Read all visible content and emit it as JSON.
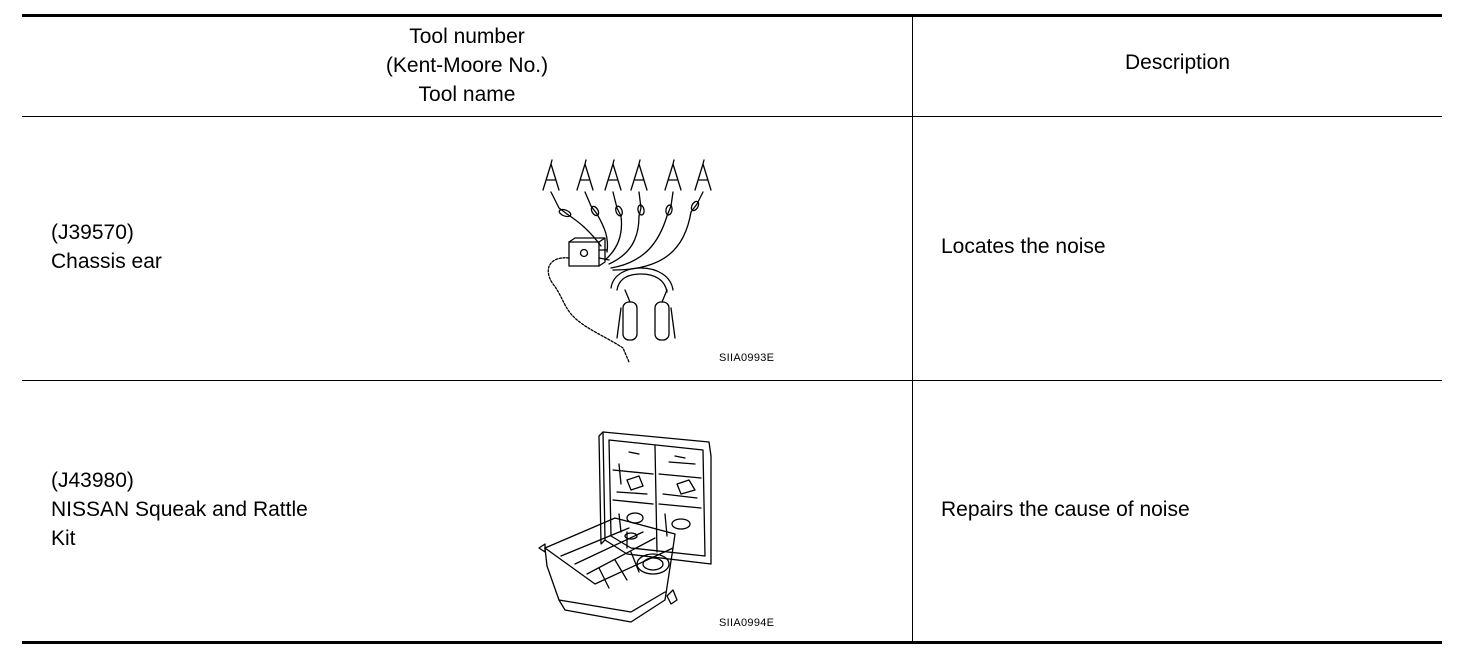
{
  "header": {
    "tool_lines": [
      "Tool number",
      "(Kent-Moore No.)",
      "Tool name"
    ],
    "description": "Description"
  },
  "rows": [
    {
      "number": "(J39570)",
      "name_lines": [
        "Chassis ear"
      ],
      "figure_code": "SIIA0993E",
      "figure_icon": "chassis-ear-illustration",
      "description": "Locates the noise"
    },
    {
      "number": "(J43980)",
      "name_lines": [
        "NISSAN Squeak and Rattle",
        "Kit"
      ],
      "figure_code": "SIIA0994E",
      "figure_icon": "squeak-rattle-kit-illustration",
      "description": "Repairs the cause of noise"
    }
  ]
}
